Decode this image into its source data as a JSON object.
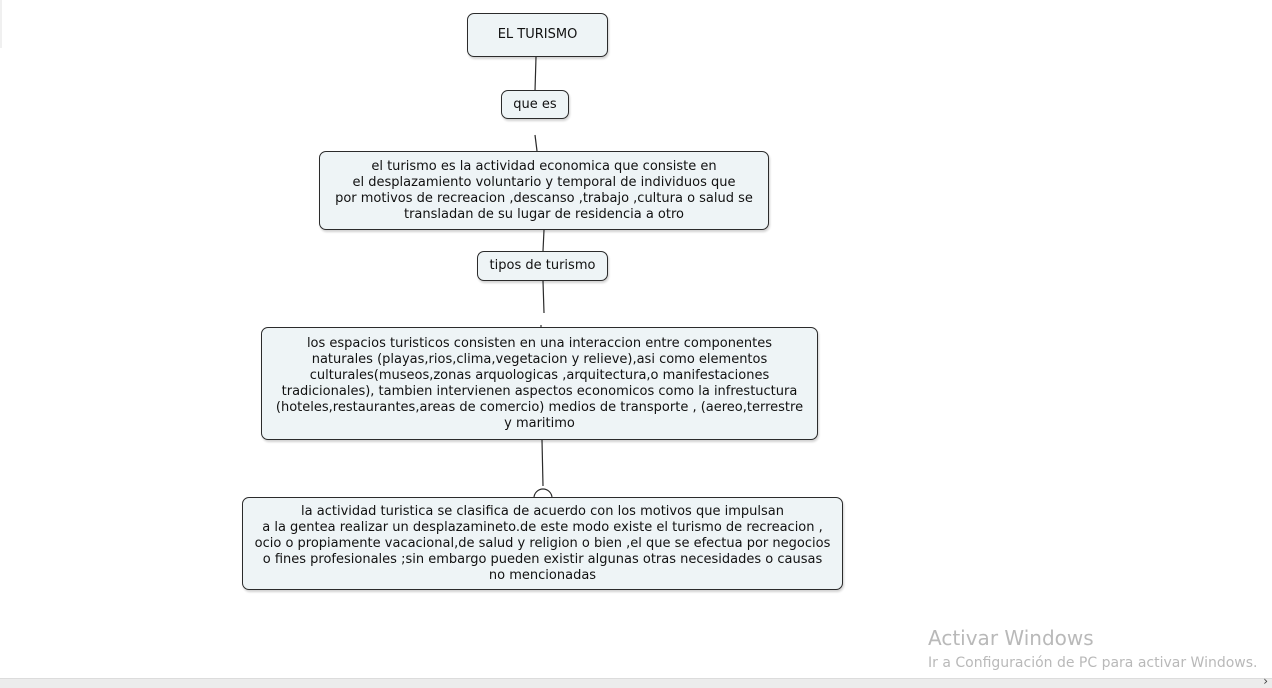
{
  "concept_map": {
    "nodes": {
      "root": "EL TURISMO",
      "link_que_es": "que es",
      "definition": "el turismo es la actividad economica que consiste en\nel desplazamiento voluntario y temporal de individuos que\npor motivos de recreacion ,descanso ,trabajo ,cultura o salud se\ntransladan de su lugar de residencia a otro",
      "link_tipos": "tipos de turismo",
      "espacios": "los espacios turisticos consisten en una interaccion entre componentes\nnaturales (playas,rios,clima,vegetacion y relieve),asi como elementos\nculturales(museos,zonas arquologicas ,arquitectura,o manifestaciones\ntradicionales), tambien intervienen aspectos economicos como la infrestuctura\n(hoteles,restaurantes,areas de comercio) medios de transporte , (aereo,terrestre\ny maritimo",
      "clasificacion": "la actividad turistica se clasifica de acuerdo con los motivos que impulsan\na la gentea realizar un desplazamineto.de este modo existe el turismo de recreacion ,\nocio o propiamente vacacional,de salud y religion o bien ,el que se efectua por negocios\no fines profesionales ;sin embargo pueden existir algunas otras necesidades o causas\nno mencionadas"
    }
  },
  "watermark": {
    "title": "Activar Windows",
    "subtitle": "Ir a Configuración de PC para activar Windows."
  },
  "scrollbar": {
    "arrow": "›"
  }
}
